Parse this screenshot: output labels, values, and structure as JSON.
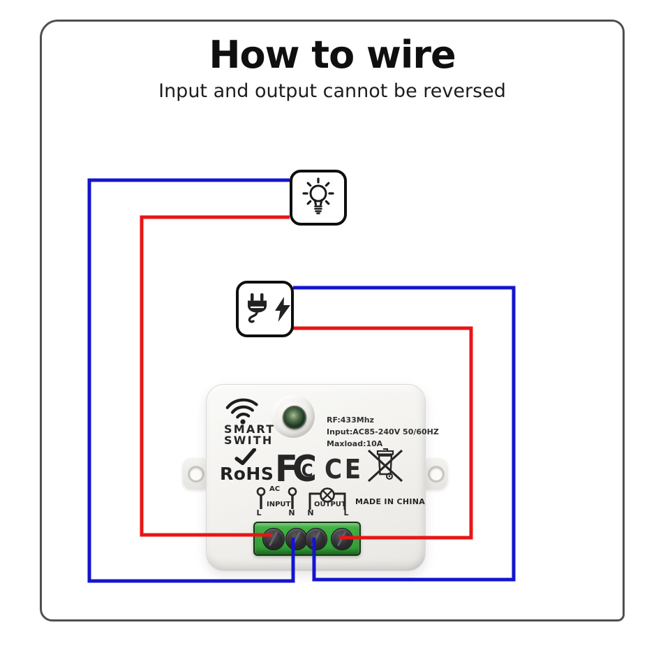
{
  "title": "How to wire",
  "subtitle": "Input and output cannot be reversed",
  "colors": {
    "wire_blue": "#1414cf",
    "wire_red": "#e81515",
    "terminal_green": "#35a037",
    "frame_gray": "#4f4f4f"
  },
  "icons": {
    "load_box": "light-bulb",
    "power_box": "power-plug-and-lightning-bolt",
    "device_wireless": "wifi-signal",
    "rohs_mark": "checkmark",
    "disposal_mark": "crossed-out-wheelie-bin",
    "input_symbol": "plug-pin",
    "output_symbol": "crossed-circle-lamp"
  },
  "device": {
    "brand_line1": "SMART",
    "brand_line2": "SWITH",
    "spec_rf": "RF:433Mhz",
    "spec_input": "Input:AC85-240V 50/60HZ",
    "spec_maxload": "Maxload:10A",
    "cert_rohs": "RoHS",
    "cert_fcc": [
      "F",
      "C",
      "C"
    ],
    "cert_ce": "CE",
    "made_in": "MADE IN CHINA",
    "label_ac": "AC",
    "label_input": "INPUT",
    "label_output": "OUTPUT",
    "pins": [
      "L",
      "N",
      "N",
      "L"
    ]
  }
}
